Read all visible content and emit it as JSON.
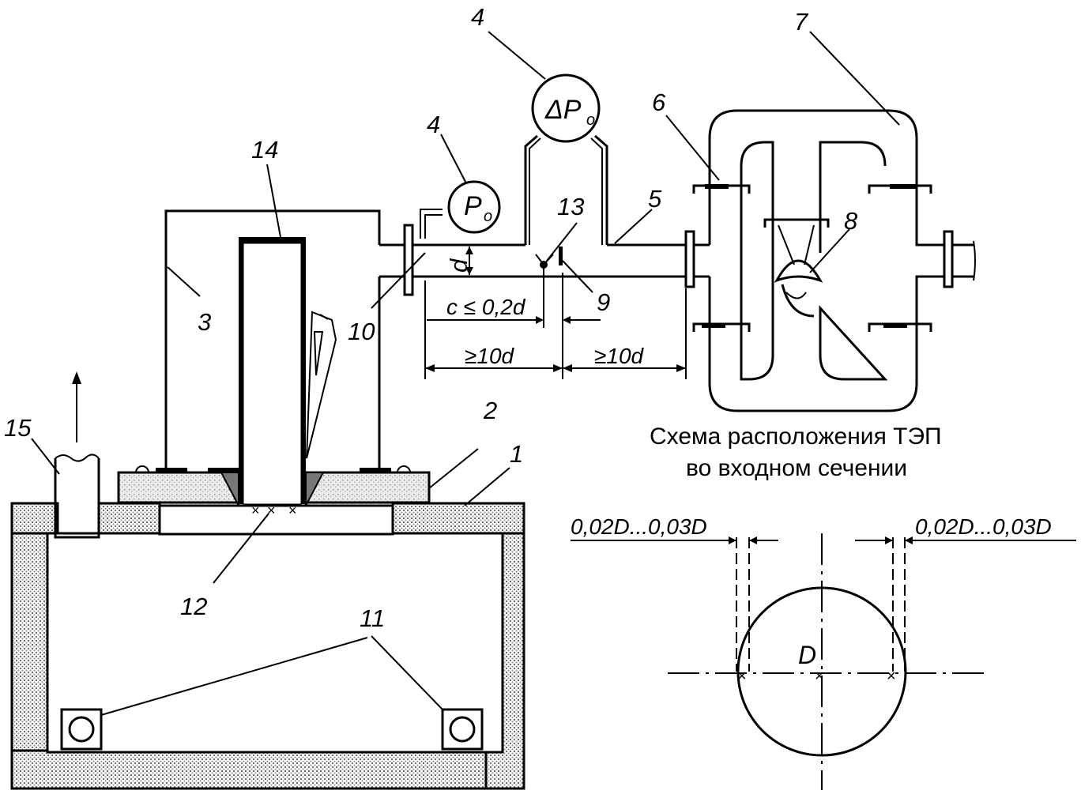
{
  "labels": {
    "n1": "1",
    "n2": "2",
    "n3": "3",
    "n4a": "4",
    "n4b": "4",
    "n5": "5",
    "n6": "6",
    "n7": "7",
    "n8": "8",
    "n9": "9",
    "n10": "10",
    "n11": "11",
    "n12": "12",
    "n13": "13",
    "n14": "14",
    "n15": "15"
  },
  "gauges": {
    "static_pressure": {
      "main": "P",
      "sub": "o"
    },
    "differential_pressure": {
      "main": "ΔP",
      "sub": "o"
    }
  },
  "dimensions": {
    "pipe_diameter": "d",
    "probe_offset": "c ≤ 0,2d",
    "upstream_length": "≥10d",
    "downstream_length": "≥10d",
    "thermocouple_offset_left": "0,02D...0,03D",
    "thermocouple_offset_right": "0,02D...0,03D",
    "section_diameter": "D"
  },
  "caption": {
    "line1": "Схема расположения ТЭП",
    "line2": "во входном сечении"
  },
  "colors": {
    "ink": "#000000",
    "hatch": "#9a9a9a",
    "background": "#ffffff"
  }
}
